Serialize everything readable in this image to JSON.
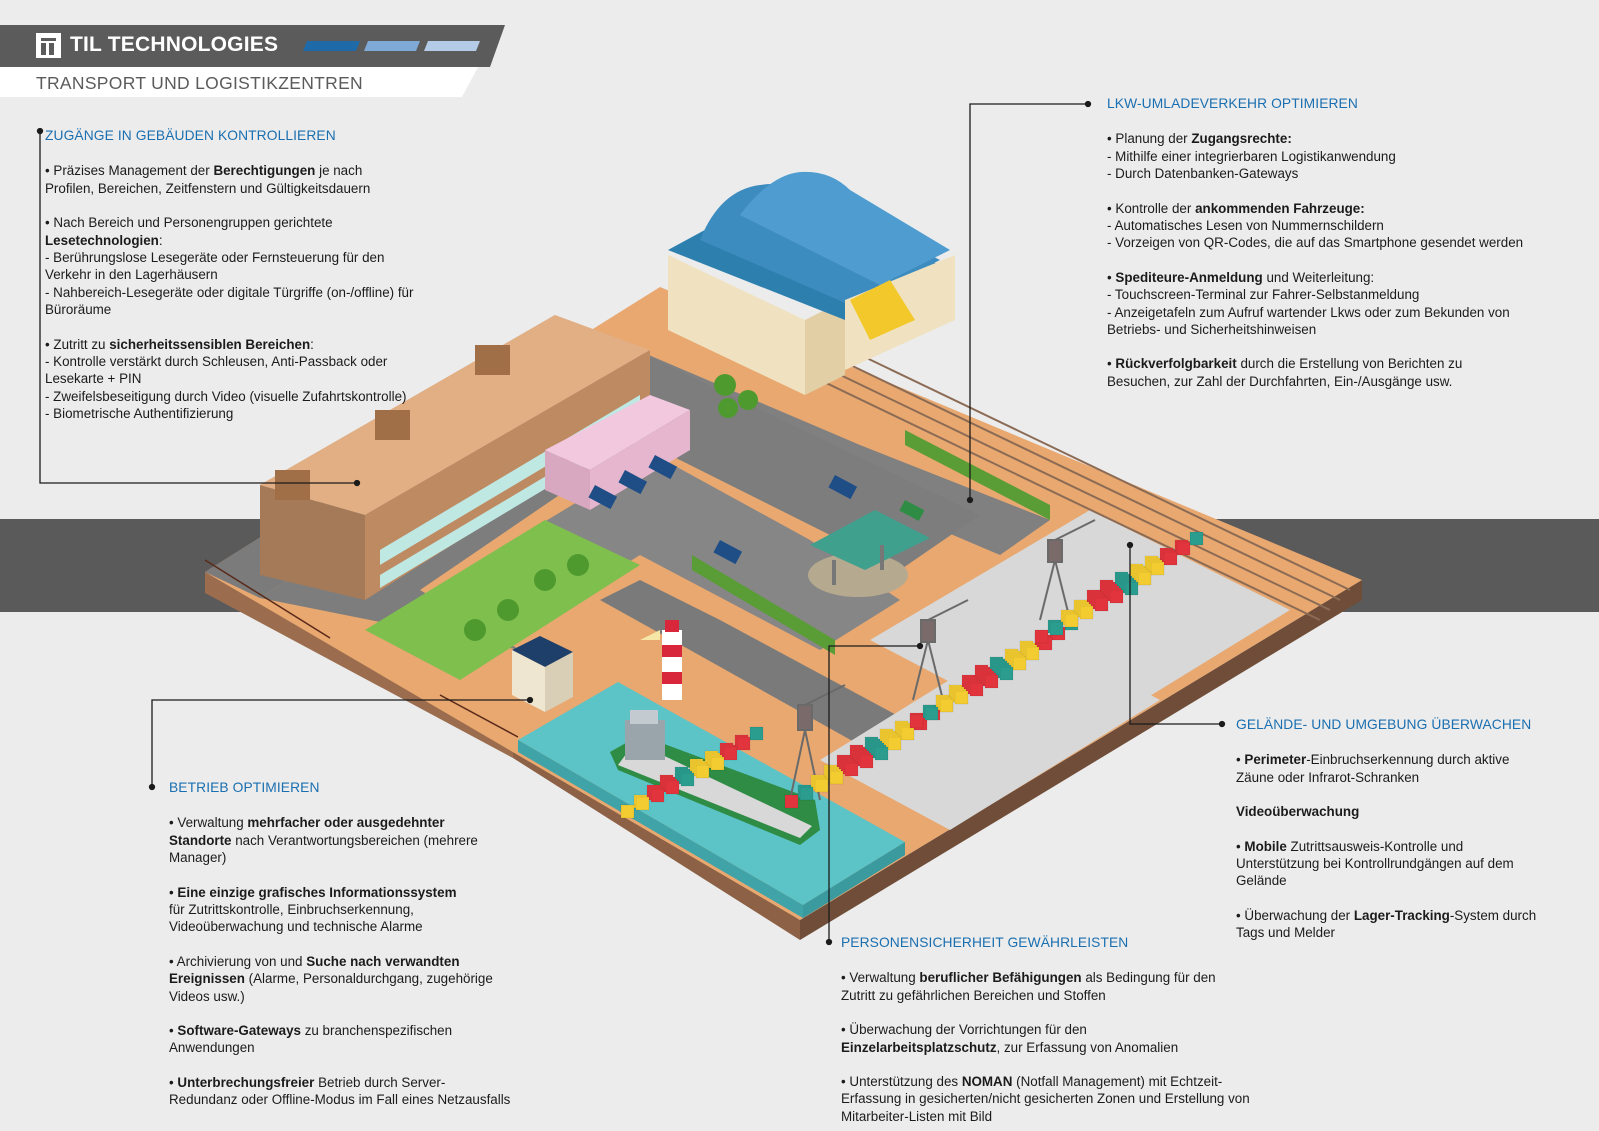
{
  "header": {
    "brand": "TIL TECHNOLOGIES",
    "subtitle": "TRANSPORT UND LOGISTIKZENTREN",
    "logo_icon": "til-logo-icon",
    "stripe_colors": [
      "#1e6aa8",
      "#7fa9d6",
      "#b3cbe6"
    ]
  },
  "colors": {
    "heading_blue": "#1a6fb0",
    "band_gray": "#5a5a5a",
    "ground_orange": "#e8a870",
    "water": "#5cc3c6"
  },
  "callouts": {
    "access": {
      "heading": "ZUGÄNGE IN GEBÄUDEN KONTROLLIEREN",
      "blocks": [
        {
          "lines": [
            [
              [
                "• Präzises Management der ",
                false
              ],
              [
                "Berechtigungen",
                true
              ],
              [
                " je nach",
                false
              ]
            ],
            [
              [
                "Profilen, Bereichen, Zeitfenstern und Gültigkeitsdauern",
                false
              ]
            ]
          ]
        },
        {
          "lines": [
            [
              [
                "• Nach Bereich und Personengruppen  gerichtete",
                false
              ]
            ],
            [
              [
                "Lesetechnologien",
                true
              ],
              [
                ":",
                false
              ]
            ],
            [
              [
                "- Berührungslose Lesegeräte oder Fernsteuerung für den",
                false
              ]
            ],
            [
              [
                "Verkehr in den Lagerhäusern",
                false
              ]
            ],
            [
              [
                "- Nahbereich-Lesegeräte oder digitale Türgriffe (on-/offline) für",
                false
              ]
            ],
            [
              [
                "Büroräume",
                false
              ]
            ]
          ]
        },
        {
          "lines": [
            [
              [
                "• Zutritt zu ",
                false
              ],
              [
                "sicherheitssensiblen Bereichen",
                true
              ],
              [
                ":",
                false
              ]
            ],
            [
              [
                "- Kontrolle verstärkt durch Schleusen, Anti-Passback oder",
                false
              ]
            ],
            [
              [
                "Lesekarte + PIN",
                false
              ]
            ],
            [
              [
                "- Zweifelsbeseitigung durch Video (visuelle Zufahrtskontrolle)",
                false
              ]
            ],
            [
              [
                "- Biometrische Authentifizierung",
                false
              ]
            ]
          ]
        }
      ]
    },
    "trucks": {
      "heading": "LKW-UMLADEVERKEHR OPTIMIEREN",
      "blocks": [
        {
          "lines": [
            [
              [
                "• Planung der ",
                false
              ],
              [
                "Zugangsrechte:",
                true
              ]
            ],
            [
              [
                "- Mithilfe einer integrierbaren Logistikanwendung",
                false
              ]
            ],
            [
              [
                "- Durch Datenbanken-Gateways",
                false
              ]
            ]
          ]
        },
        {
          "lines": [
            [
              [
                "• Kontrolle der ",
                false
              ],
              [
                "ankommenden Fahrzeuge:",
                true
              ]
            ],
            [
              [
                "- Automatisches Lesen von Nummernschildern",
                false
              ]
            ],
            [
              [
                "- Vorzeigen von QR-Codes, die auf das Smartphone gesendet werden",
                false
              ]
            ]
          ]
        },
        {
          "lines": [
            [
              [
                "• ",
                false
              ],
              [
                "Spediteure-Anmeldung",
                true
              ],
              [
                " und Weiterleitung:",
                false
              ]
            ],
            [
              [
                "- Touchscreen-Terminal zur Fahrer-Selbstanmeldung",
                false
              ]
            ],
            [
              [
                "- Anzeigetafeln zum Aufruf wartender Lkws oder zum Bekunden von",
                false
              ]
            ],
            [
              [
                "Betriebs- und Sicherheitshinweisen",
                false
              ]
            ]
          ]
        },
        {
          "lines": [
            [
              [
                "• ",
                false
              ],
              [
                "Rückverfolgbarkeit",
                true
              ],
              [
                " durch die Erstellung von Berichten zu",
                false
              ]
            ],
            [
              [
                "Besuchen, zur Zahl der Durchfahrten, Ein-/Ausgänge usw.",
                false
              ]
            ]
          ]
        }
      ]
    },
    "site": {
      "heading": "GELÄNDE- UND UMGEBUNG ÜBERWACHEN",
      "blocks": [
        {
          "lines": [
            [
              [
                "• ",
                false
              ],
              [
                "Perimeter",
                true
              ],
              [
                "-Einbruchserkennung durch aktive",
                false
              ]
            ],
            [
              [
                "Zäune oder Infrarot-Schranken",
                false
              ]
            ]
          ]
        },
        {
          "lines": [
            [
              [
                "Videoüberwachung",
                true
              ]
            ]
          ]
        },
        {
          "lines": [
            [
              [
                "• ",
                false
              ],
              [
                "Mobile",
                true
              ],
              [
                " Zutrittsausweis-Kontrolle und",
                false
              ]
            ],
            [
              [
                "Unterstützung bei Kontrollrundgängen auf dem",
                false
              ]
            ],
            [
              [
                "Gelände",
                false
              ]
            ]
          ]
        },
        {
          "lines": [
            [
              [
                "• Überwachung der ",
                false
              ],
              [
                "Lager-Tracking",
                true
              ],
              [
                "-System durch",
                false
              ]
            ],
            [
              [
                "Tags und Melder",
                false
              ]
            ]
          ]
        }
      ]
    },
    "operations": {
      "heading": "BETRIEB OPTIMIEREN",
      "blocks": [
        {
          "lines": [
            [
              [
                "• Verwaltung ",
                false
              ],
              [
                "mehrfacher oder ausgedehnter",
                true
              ]
            ],
            [
              [
                "Standorte",
                true
              ],
              [
                " nach Verantwortungsbereichen (mehrere",
                false
              ]
            ],
            [
              [
                "Manager)",
                false
              ]
            ]
          ]
        },
        {
          "lines": [
            [
              [
                "• ",
                false
              ],
              [
                "Eine einzige grafisches Informationssystem",
                true
              ]
            ],
            [
              [
                "für Zutrittskontrolle, Einbruchserkennung,",
                false
              ]
            ],
            [
              [
                "Videoüberwachung und technische Alarme",
                false
              ]
            ]
          ]
        },
        {
          "lines": [
            [
              [
                "• Archivierung von und ",
                false
              ],
              [
                "Suche nach verwandten",
                true
              ]
            ],
            [
              [
                "Ereignissen",
                true
              ],
              [
                " (Alarme, Personaldurchgang, zugehörige",
                false
              ]
            ],
            [
              [
                "Videos usw.)",
                false
              ]
            ]
          ]
        },
        {
          "lines": [
            [
              [
                "• ",
                false
              ],
              [
                "Software-Gateways",
                true
              ],
              [
                " zu branchenspezifischen",
                false
              ]
            ],
            [
              [
                "Anwendungen",
                false
              ]
            ]
          ]
        },
        {
          "lines": [
            [
              [
                "• ",
                false
              ],
              [
                "Unterbrechungsfreier",
                true
              ],
              [
                " Betrieb durch Server-",
                false
              ]
            ],
            [
              [
                "Redundanz oder Offline-Modus im Fall eines Netzausfalls",
                false
              ]
            ]
          ]
        }
      ]
    },
    "safety": {
      "heading": "PERSONENSICHERHEIT GEWÄHRLEISTEN",
      "blocks": [
        {
          "lines": [
            [
              [
                "• Verwaltung ",
                false
              ],
              [
                "beruflicher Befähigungen",
                true
              ],
              [
                " als Bedingung für den",
                false
              ]
            ],
            [
              [
                "Zutritt zu gefährlichen Bereichen und Stoffen",
                false
              ]
            ]
          ]
        },
        {
          "lines": [
            [
              [
                "• Überwachung der Vorrichtungen für den",
                false
              ]
            ],
            [
              [
                "Einzelarbeitsplatzschutz",
                true
              ],
              [
                ", zur Erfassung von Anomalien",
                false
              ]
            ]
          ]
        },
        {
          "lines": [
            [
              [
                "• Unterstützung des ",
                false
              ],
              [
                "NOMAN",
                true
              ],
              [
                " (Notfall Management) mit Echtzeit-",
                false
              ]
            ],
            [
              [
                "Erfassung in gesicherten/nicht gesicherten Zonen und Erstellung von",
                false
              ]
            ],
            [
              [
                "Mitarbeiter-Listen mit Bild",
                false
              ]
            ]
          ]
        }
      ]
    }
  }
}
